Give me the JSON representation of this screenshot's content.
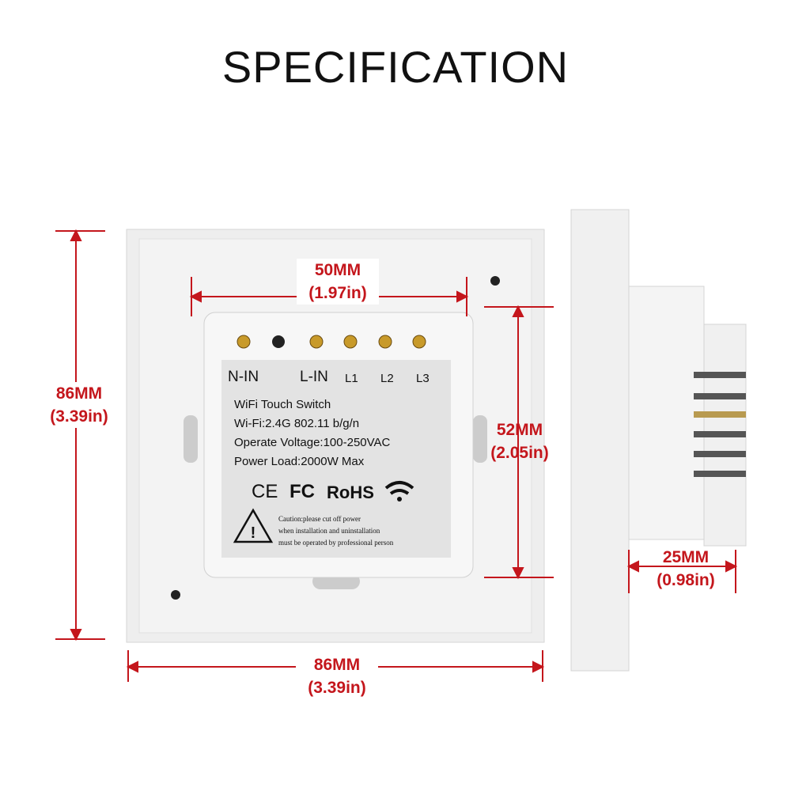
{
  "title": "SPECIFICATION",
  "dimensions": {
    "height": {
      "mm": "86MM",
      "in": "(3.39in)"
    },
    "width": {
      "mm": "86MM",
      "in": "(3.39in)"
    },
    "module_width": {
      "mm": "50MM",
      "in": "(1.97in)"
    },
    "module_height": {
      "mm": "52MM",
      "in": "(2.05in)"
    },
    "depth": {
      "mm": "25MM",
      "in": "(0.98in)"
    }
  },
  "terminals": [
    "N-IN",
    "L-IN",
    "L1",
    "L2",
    "L3"
  ],
  "label": {
    "name": "WiFi Touch Switch",
    "wifi": "Wi-Fi:2.4G 802.11 b/g/n",
    "voltage": "Operate Voltage:100-250VAC",
    "load": "Power Load:2000W Max",
    "certs": [
      "CE",
      "FC",
      "RoHS"
    ],
    "caution": [
      "Caution:please cut off power",
      "when installation and uninstallation",
      "must be operated by professional person"
    ]
  },
  "colors": {
    "dimension": "#c4161c"
  }
}
